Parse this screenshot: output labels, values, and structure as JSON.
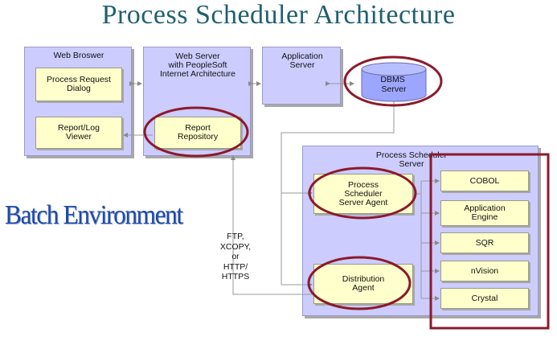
{
  "title": "Process Scheduler Architecture",
  "side_label": "Batch Environment",
  "nodes": {
    "web_browser": "Web Broswer",
    "web_server": "Web Server\nwith PeopleSoft\nInternet Architecture",
    "app_server": "Application\nServer",
    "dbms": "DBMS\nServer",
    "ps_server": "Process Scheduler\nServer",
    "process_request": "Process Request\nDialog",
    "report_viewer": "Report/Log\nViewer",
    "report_repository": "Report\nRepository",
    "server_agent": "Process\nScheduler\nServer Agent",
    "distribution_agent": "Distribution\nAgent"
  },
  "engines": [
    "COBOL",
    "Application\nEngine",
    "SQR",
    "nVision",
    "Crystal"
  ],
  "transfer_label": "FTP,\nXCOPY,\nor\nHTTP/\nHTTPS",
  "colors": {
    "title": "#1f6070",
    "panel": "#ccccff",
    "box": "#ffffcc",
    "highlight": "#8b1a2b",
    "batch": "#1f4aa8"
  }
}
